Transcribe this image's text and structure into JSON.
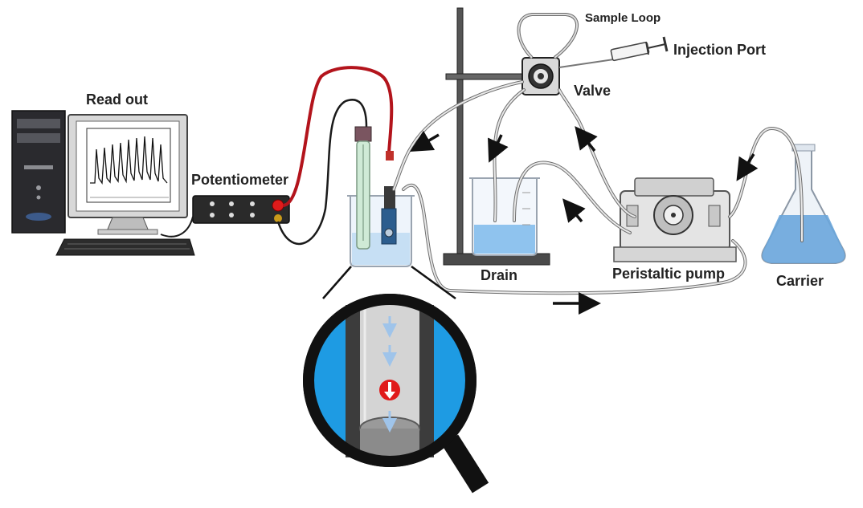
{
  "labels": {
    "read_out": "Read out",
    "potentiometer": "Potentiometer",
    "sample_loop": "Sample Loop",
    "injection_port": "Injection Port",
    "valve": "Valve",
    "drain": "Drain",
    "peristaltic_pump": "Peristaltic pump",
    "carrier": "Carrier"
  },
  "colors": {
    "red_lead": "#b3141c",
    "black_lead": "#1a1a1a",
    "tubing": "#bdbdbd",
    "liquid": "#8fc3ee",
    "magnifier_fill": "#1e9be3",
    "indicator": "#e01b1b",
    "arrow": "#111111"
  }
}
